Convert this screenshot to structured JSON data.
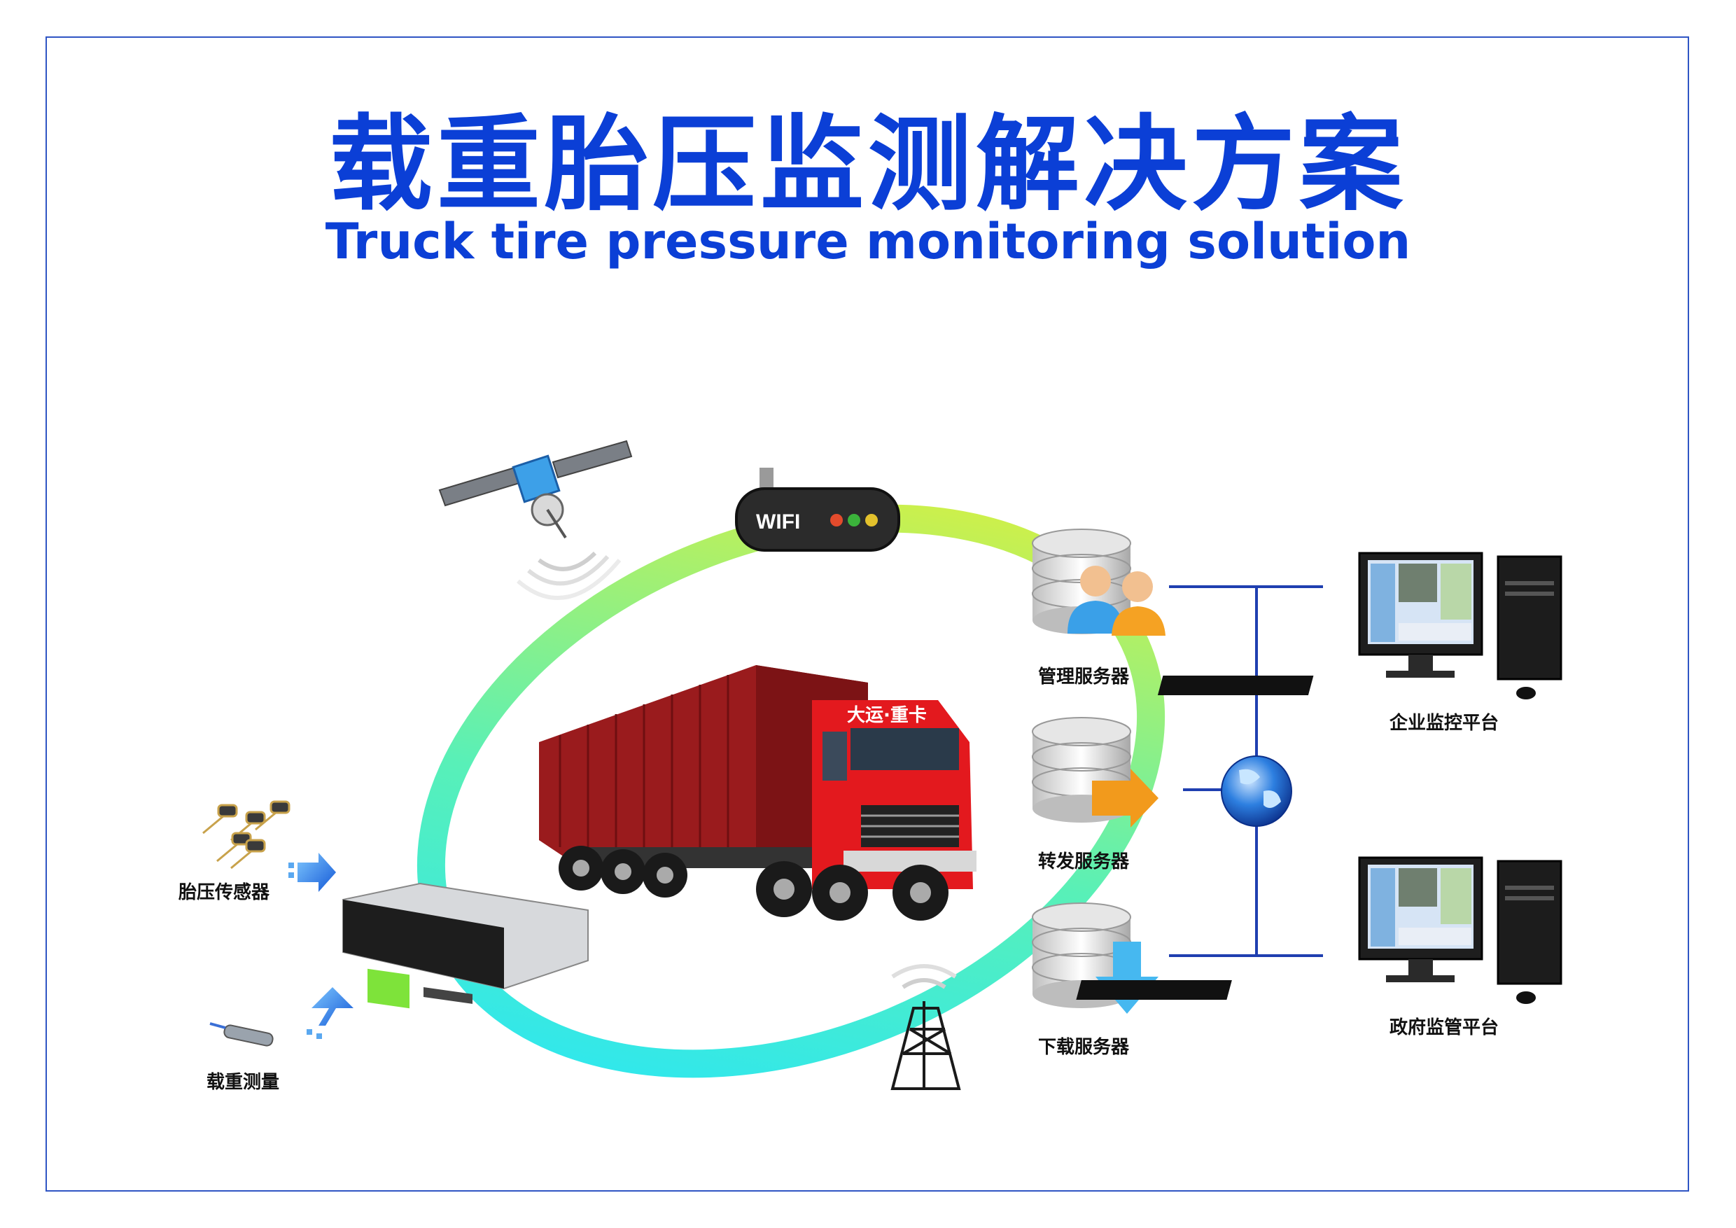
{
  "title_zh": "载重胎压监测解决方案",
  "title_en": "Truck tire pressure monitoring solution",
  "wifi_label": "WIFI",
  "truck_cab_text": "大运·重卡",
  "nodes": {
    "management_server": "管理服务器",
    "forward_server": "转发服务器",
    "download_server": "下载服务器",
    "enterprise_platform": "企业监控平台",
    "government_platform": "政府监管平台",
    "tire_sensor": "胎压传感器",
    "load_measure": "载重测量"
  },
  "colors": {
    "title": "#0b3fd6",
    "frame": "#2f55c4",
    "ring_start": "#2ee6ff",
    "ring_end": "#e8f23a",
    "network_line": "#1f3fb0",
    "truck_cab": "#e3191e",
    "container": "#9a1b1d"
  }
}
